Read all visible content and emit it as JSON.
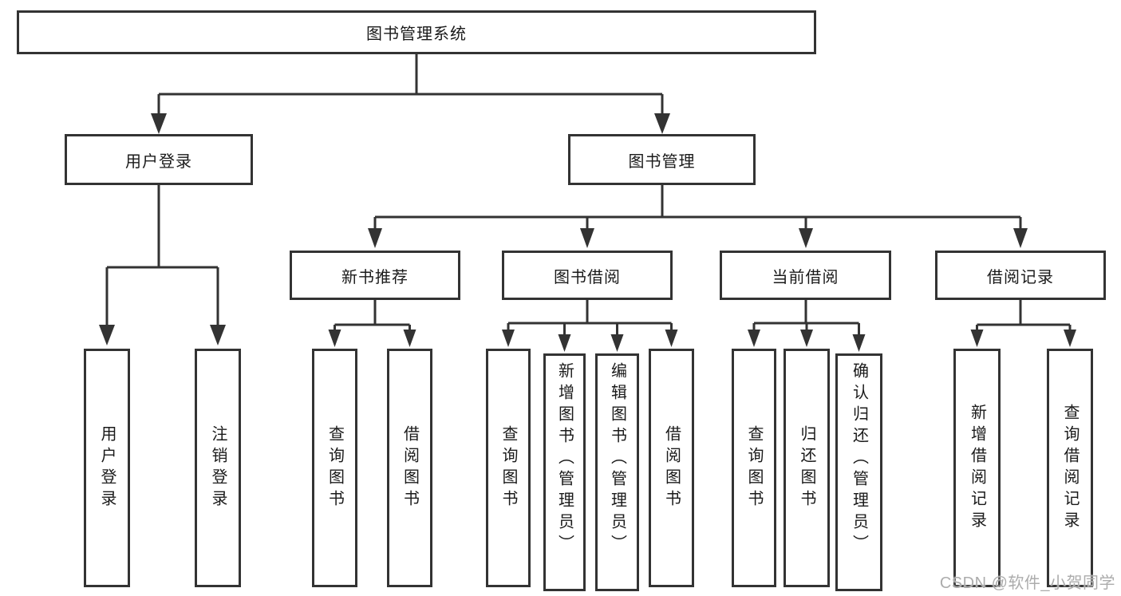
{
  "tree": {
    "label": "图书管理系统",
    "children": [
      {
        "label": "用户登录",
        "children": [
          {
            "label": "用户登录"
          },
          {
            "label": "注销登录"
          }
        ]
      },
      {
        "label": "图书管理",
        "children": [
          {
            "label": "新书推荐",
            "children": [
              {
                "label": "查询图书"
              },
              {
                "label": "借阅图书"
              }
            ]
          },
          {
            "label": "图书借阅",
            "children": [
              {
                "label": "查询图书"
              },
              {
                "label": "新增图书（管理员）"
              },
              {
                "label": "编辑图书（管理员）"
              },
              {
                "label": "借阅图书"
              }
            ]
          },
          {
            "label": "当前借阅",
            "children": [
              {
                "label": "查询图书"
              },
              {
                "label": "归还图书"
              },
              {
                "label": "确认归还（管理员）"
              }
            ]
          },
          {
            "label": "借阅记录",
            "children": [
              {
                "label": "新增借阅记录"
              },
              {
                "label": "查询借阅记录"
              }
            ]
          }
        ]
      }
    ]
  },
  "watermark": {
    "text": "CSDN @软件_小贺同学"
  },
  "colors": {
    "line": "#333333",
    "text": "#1a1a1a",
    "watermark": "#acacac",
    "background": "#ffffff"
  }
}
